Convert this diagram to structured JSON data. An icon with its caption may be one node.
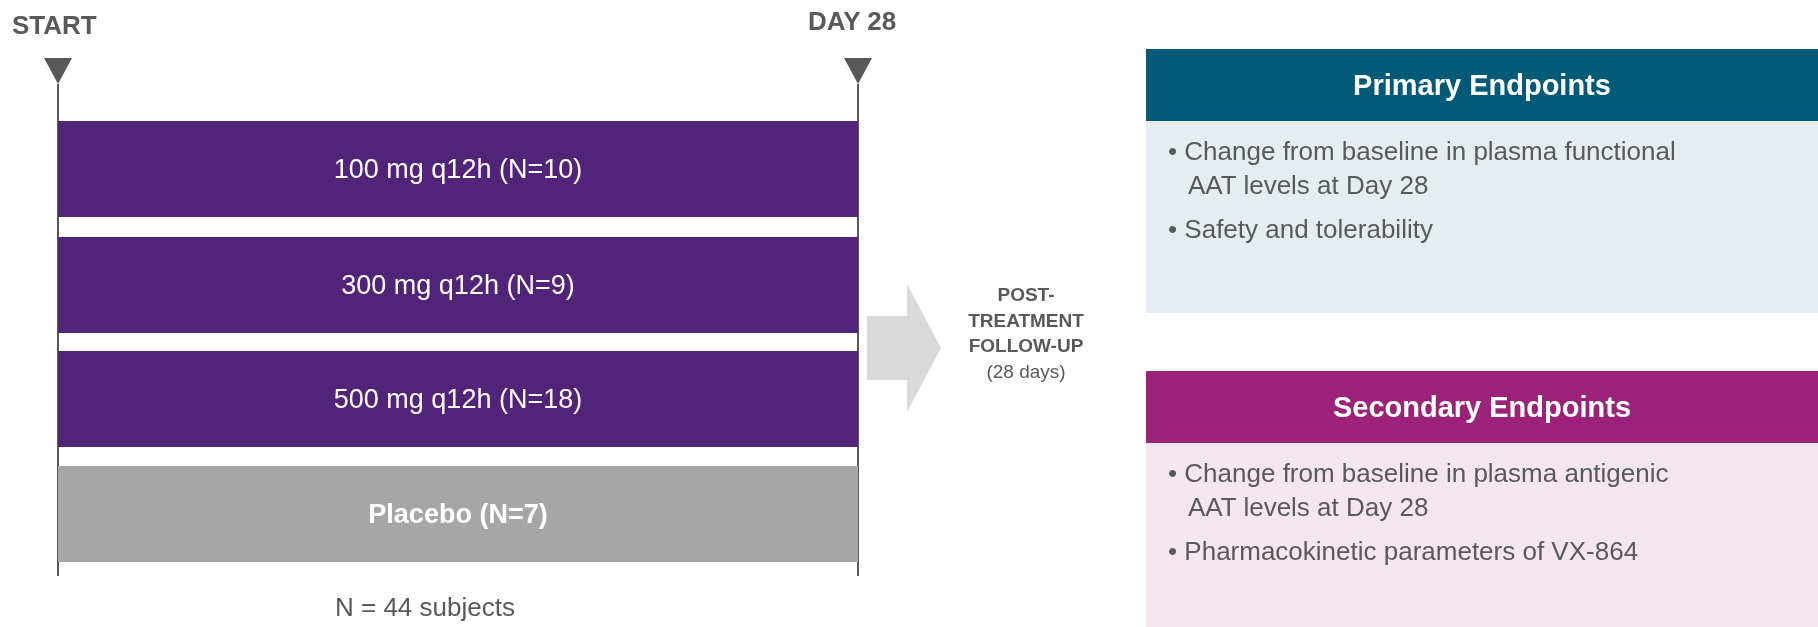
{
  "diagram": {
    "nodes": [
      {
        "text": [
          "100 mg q12h (N=10)"
        ]
      },
      {
        "text": [
          "300 mg q12h (N=9)"
        ]
      },
      {
        "text": [
          "500 mg q12h (N=18)"
        ]
      },
      {
        "text": [
          "Placebo (N=7)"
        ]
      },
      {
        "text": [
          "POST-TREATMENT FOLLOW-UP",
          "(28 days)"
        ]
      },
      {
        "text": [
          "Primary Endpoints",
          "• Change from baseline in plasma functional AAT levels at Day 28",
          "• Safety and tolerability"
        ]
      },
      {
        "text": [
          "Secondary Endpoints",
          "• Change from baseline in plasma antigenic AAT levels at Day 28",
          "• Pharmacokinetic parameters of VX-864"
        ]
      }
    ],
    "edges": [
      {
        "from": null,
        "to": 4,
        "arrow": "to",
        "color": "#d9d9d9",
        "style": "thick"
      }
    ],
    "labels": [
      "START",
      "DAY 28",
      "N = 44 subjects"
    ]
  }
}
